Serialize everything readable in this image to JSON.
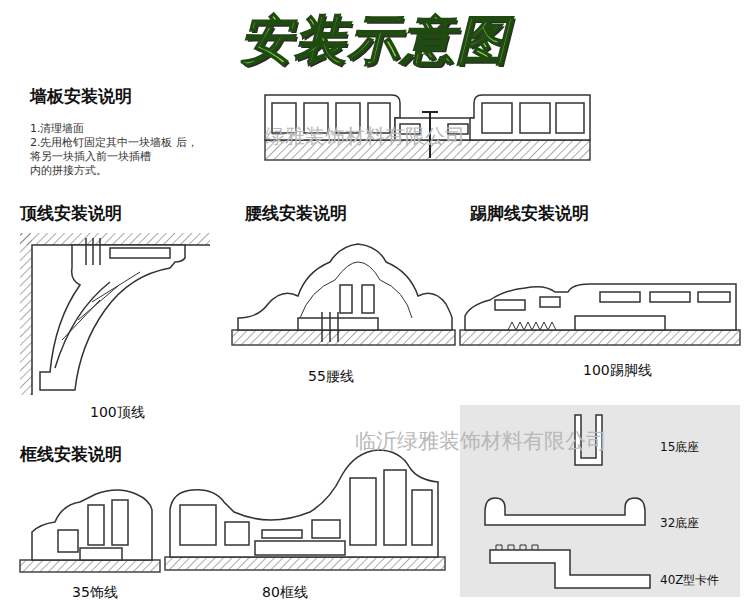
{
  "diagram": {
    "title": "安装示意图",
    "nodes": [
      {
        "text": [
          "15底座",
          "32底座",
          "40Z型卡件"
        ]
      }
    ],
    "labels": [
      "墙板安装说明",
      "1.清理墙面",
      "2.先用枪钉固定其中一块墙板 后，将另一块插入前一块插槽 内的拼接方式。",
      "绿雅装饰材料有限公司",
      "顶线安装说明",
      "腰线安装说明",
      "踢脚线安装说明",
      "100顶线",
      "55腰线",
      "100踢脚线",
      "临沂绿雅装饰材料有限公司",
      "框线安装说明",
      "35饰线",
      "80框线"
    ]
  }
}
